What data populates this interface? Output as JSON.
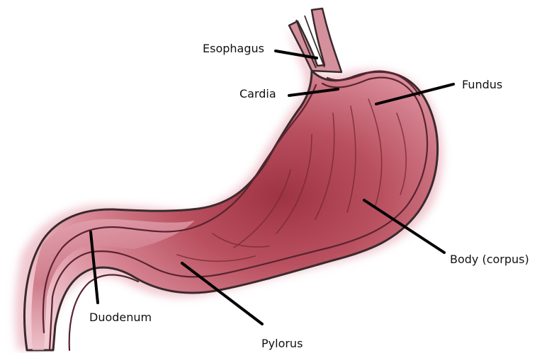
{
  "labels": {
    "esophagus": "Esophagus",
    "cardia": "Cardia",
    "fundus": "Fundus",
    "body": "Body (corpus)",
    "duodenum": "Duodenum",
    "pylorus": "Pylorus"
  },
  "colors": {
    "tissue_outer": "#f3d3da",
    "tissue_mid": "#d98a98",
    "tissue_inner": "#a83a4a",
    "outline": "#3a2a2c",
    "leader_line": "#000000",
    "text": "#111111"
  }
}
